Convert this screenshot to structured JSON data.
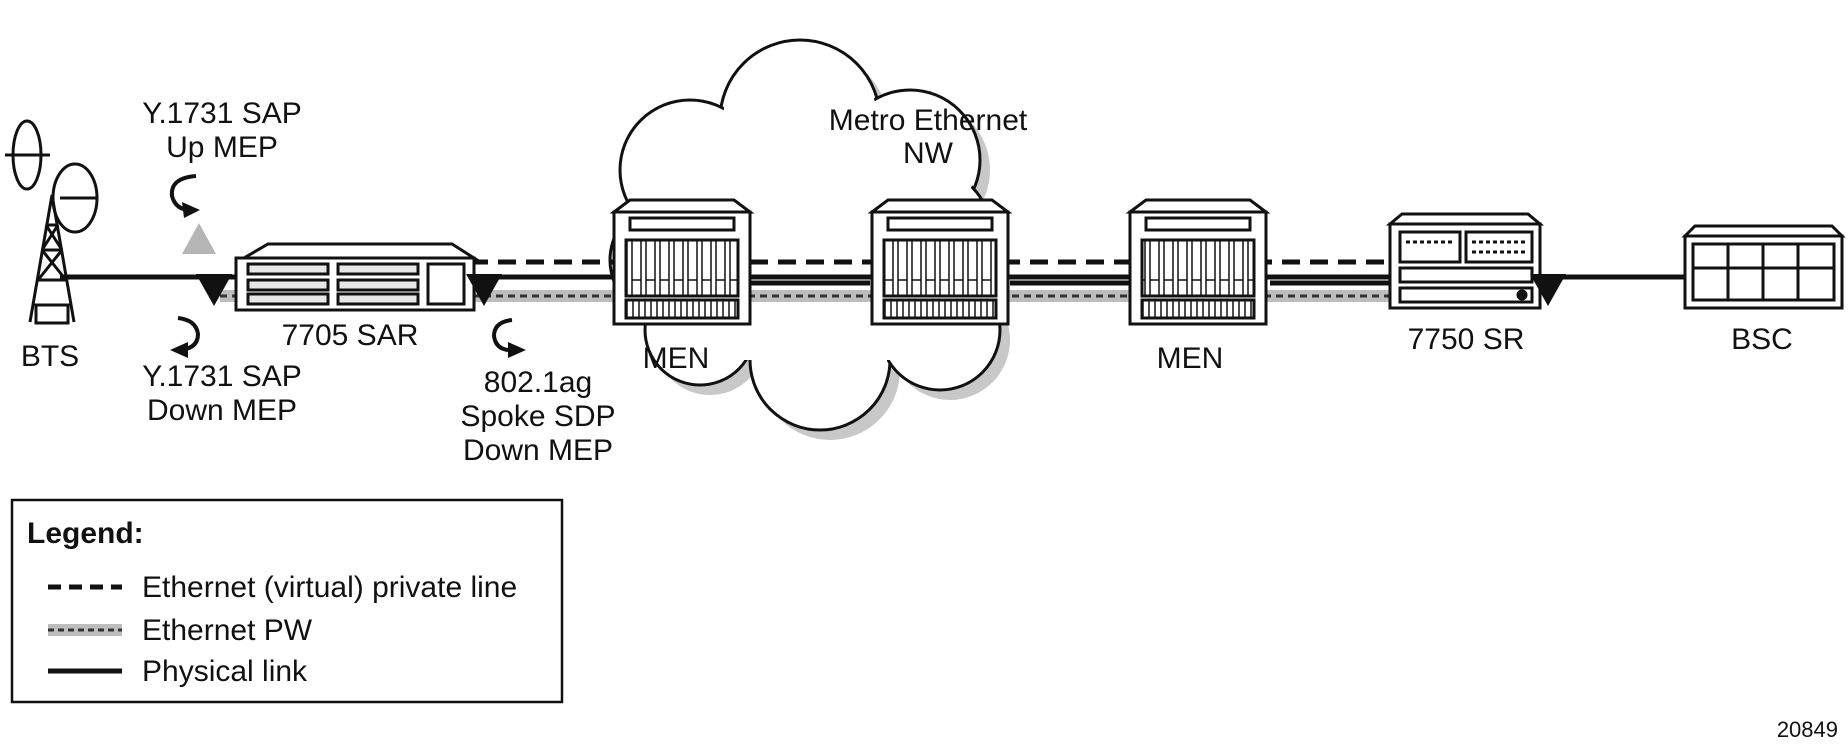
{
  "labels": {
    "cloud": [
      "Metro Ethernet",
      "NW"
    ],
    "bts": "BTS",
    "up_mep": [
      "Y.1731 SAP",
      "Up MEP"
    ],
    "down_mep": [
      "Y.1731 SAP",
      "Down MEP"
    ],
    "sar": "7705 SAR",
    "spoke_mep": [
      "802.1ag",
      "Spoke SDP",
      "Down MEP"
    ],
    "men_left": "MEN",
    "men_right": "MEN",
    "sr": "7750 SR",
    "bsc": "BSC"
  },
  "legend": {
    "title": "Legend:",
    "items": [
      {
        "label": "Ethernet (virtual) private line",
        "style": "dashed-black"
      },
      {
        "label": "Ethernet PW",
        "style": "gray-band-dashed"
      },
      {
        "label": "Physical link",
        "style": "solid-black"
      }
    ]
  },
  "figure_number": "20849",
  "colors": {
    "line": "#111111",
    "pw_band": "#bdbdbd",
    "mep_up": "#b5b5b5",
    "cloud_shadow": "#c8c8c8"
  }
}
